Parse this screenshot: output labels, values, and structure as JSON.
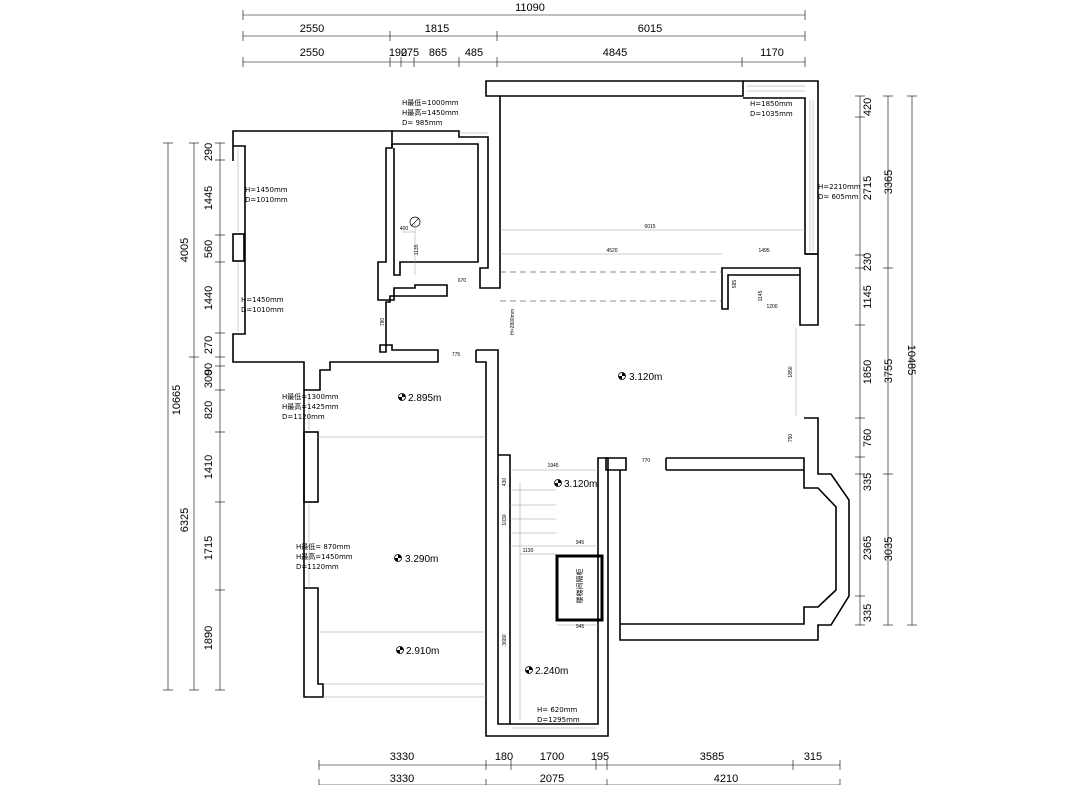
{
  "dimensions": {
    "top_overall": "11090",
    "top_row1": [
      "2550",
      "1815",
      "6015"
    ],
    "top_row2": [
      "2550",
      "190",
      "275",
      "865",
      "485",
      "4845",
      "1170"
    ],
    "bottom_row1": [
      "3330",
      "180",
      "1700",
      "195",
      "3585",
      "315"
    ],
    "bottom_row2": [
      "3330",
      "2075",
      "4210"
    ],
    "left_overall": [
      "10665"
    ],
    "left_row1": [
      "4005",
      "6325"
    ],
    "left_row2": [
      "290",
      "1445",
      "560",
      "1440",
      "270",
      "90",
      "300",
      "820",
      "1410",
      "1715",
      "1890"
    ],
    "right_overall": [
      "10485"
    ],
    "right_row1": [
      "3365",
      "3755",
      "3035"
    ],
    "right_row2": [
      "420",
      "2715",
      "230",
      "1145",
      "1850",
      "760",
      "335",
      "2365",
      "335"
    ]
  },
  "inner_dims": {
    "d_6015": "6015",
    "d_4520": "4520",
    "d_1495": "1495",
    "d_670": "670",
    "d_775": "775",
    "d_780": "780",
    "d_400": "400",
    "d_1135": "1135",
    "d_1945": "1945",
    "d_770": "770",
    "d_945a": "945",
    "d_945b": "945",
    "d_1130": "1130",
    "d_1200": "1200",
    "d_3680": "3680",
    "d_1850v": "1850",
    "d_750": "750",
    "d_430": "430",
    "d_1030": "1030",
    "d_595": "595",
    "d_1145": "1145",
    "d_2800": "H=2800mm"
  },
  "window_notes": {
    "w1": [
      "H最低=1000mm",
      "H最高=1450mm",
      "D= 985mm"
    ],
    "w2": [
      "H=1850mm",
      "D=1035mm"
    ],
    "w3": [
      "H=1450mm",
      "D=1010mm"
    ],
    "w4": [
      "H=1450mm",
      "D=1010mm"
    ],
    "w5": [
      "H=2210mm",
      "D= 605mm"
    ],
    "w6": [
      "H最低=1300mm",
      "H最高=1425mm",
      "D=1120mm"
    ],
    "w7": [
      "H最低= 870mm",
      "H最高=1450mm",
      "D=1120mm"
    ],
    "w8": [
      "H= 620mm",
      "D=1295mm"
    ]
  },
  "elevations": {
    "e1": "2.895m",
    "e2": "3.120m",
    "e3": "3.120m",
    "e4": "3.290m",
    "e5": "2.910m",
    "e6": "2.240m"
  },
  "box_label": "楼梯间隔柜"
}
